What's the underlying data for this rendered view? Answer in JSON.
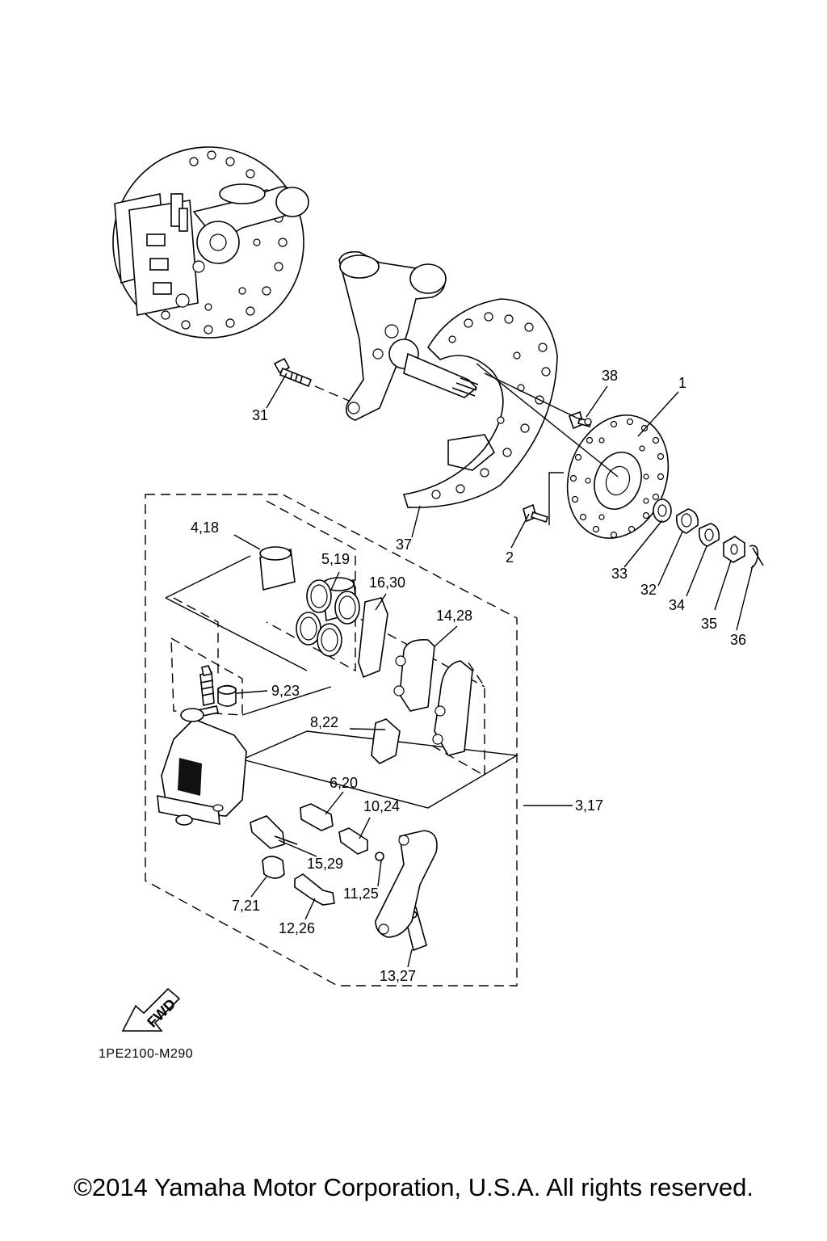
{
  "diagram": {
    "drawing_code": "1PE2100-M290",
    "fwd_label": "FWD",
    "copyright": "©2014 Yamaha Motor Corporation, U.S.A. All rights reserved.",
    "callouts": {
      "c1": "1",
      "c2": "2",
      "c31": "31",
      "c32": "32",
      "c33": "33",
      "c34": "34",
      "c35": "35",
      "c36": "36",
      "c37": "37",
      "c38": "38",
      "c3_17": "3,17",
      "c4_18": "4,18",
      "c5_19": "5,19",
      "c6_20": "6,20",
      "c7_21": "7,21",
      "c8_22": "8,22",
      "c9_23": "9,23",
      "c10_24": "10,24",
      "c11_25": "11,25",
      "c12_26": "12,26",
      "c13_27": "13,27",
      "c14_28": "14,28",
      "c15_29": "15,29",
      "c16_30": "16,30"
    }
  }
}
